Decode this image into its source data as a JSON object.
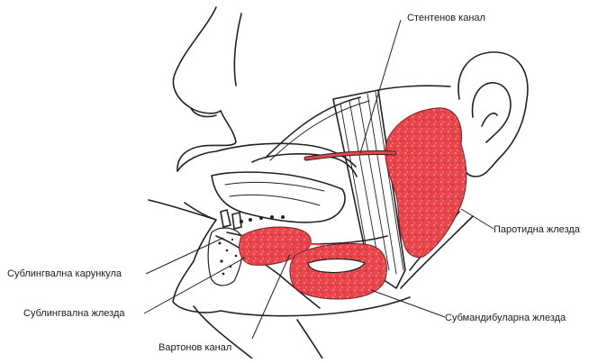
{
  "labels": {
    "stensen_duct": "Стентенов канал",
    "parotid_gland": "Паротидна жлезда",
    "sublingual_caruncle": "Сублингвална карункула",
    "sublingual_gland": "Сублингвална жлезда",
    "submandibular_gland": "Субмандибуларна жлезда",
    "wharton_duct": "Вартонов канал"
  },
  "colors": {
    "gland_fill": "#e8454b",
    "line": "#222222"
  }
}
